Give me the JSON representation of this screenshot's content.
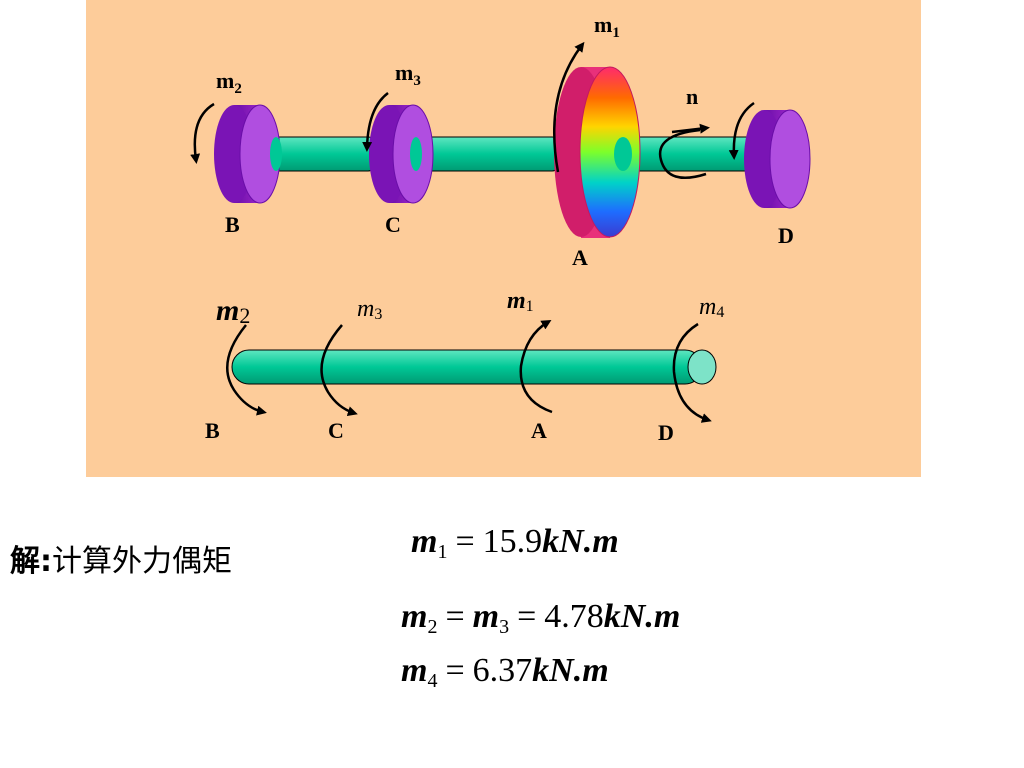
{
  "top_diagram": {
    "labels": {
      "m1": {
        "base": "m",
        "sub": "1"
      },
      "m2": {
        "base": "m",
        "sub": "2"
      },
      "m3": {
        "base": "m",
        "sub": "3"
      },
      "n": "n",
      "B": "B",
      "C": "C",
      "A": "A",
      "D": "D"
    },
    "colors": {
      "shaft": "#00c896",
      "small_disk": "#9b26c8",
      "large_disk_side": "#e8307a",
      "background": "#fdcc9a"
    }
  },
  "bottom_diagram": {
    "labels": {
      "m1": {
        "base": "m",
        "sub": "1"
      },
      "m2": {
        "base": "m",
        "sub": "2"
      },
      "m3": {
        "base": "m",
        "sub": "3"
      },
      "m4": {
        "base": "m",
        "sub": "4"
      },
      "B": "B",
      "C": "C",
      "A": "A",
      "D": "D"
    }
  },
  "solution": {
    "label": "解",
    "colon": ":",
    "text": "计算外力偶矩"
  },
  "equations": {
    "eq1": {
      "var": "m",
      "sub": "1",
      "eq": "=",
      "value": "15.9",
      "unit": "kN.m"
    },
    "eq2": {
      "var_a": "m",
      "sub_a": "2",
      "eq1": "=",
      "var_b": "m",
      "sub_b": "3",
      "eq2": "=",
      "value": "4.78",
      "unit": "kN.m"
    },
    "eq3": {
      "var": "m",
      "sub": "4",
      "eq": "=",
      "value": "6.37",
      "unit": "kN.m"
    }
  }
}
